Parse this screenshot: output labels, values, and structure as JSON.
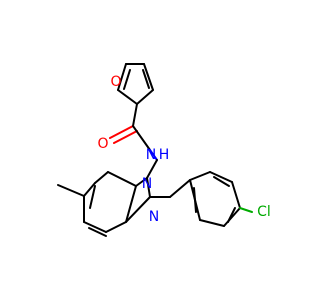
{
  "molecule": {
    "atoms": {
      "furan_o": {
        "symbol": "O",
        "color": "#ff0000"
      },
      "carbonyl_o": {
        "symbol": "O",
        "color": "#ff0000"
      },
      "amide_n": {
        "symbol": "N",
        "h_label": "H",
        "color": "#0000ff"
      },
      "ring_n_bridge": {
        "symbol": "N",
        "color": "#0000ff"
      },
      "ring_n_imidazole": {
        "symbol": "N",
        "color": "#0000ff"
      },
      "chlorine": {
        "symbol": "Cl",
        "color": "#00aa00"
      }
    },
    "colors": {
      "bond": "#000000",
      "oxygen": "#ff0000",
      "nitrogen": "#0000ff",
      "chlorine": "#00aa00",
      "background": "#ffffff"
    }
  }
}
